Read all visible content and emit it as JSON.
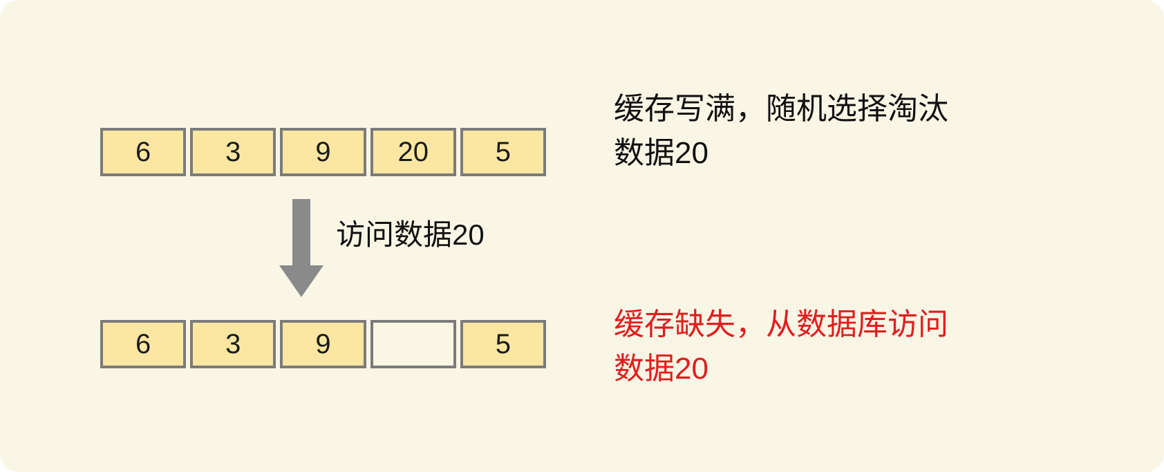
{
  "colors": {
    "background": "#FAF6E6",
    "cell_fill": "#FBE7A2",
    "cell_border": "#7B7B7B",
    "arrow": "#8A8A8A",
    "note_text": "#111111",
    "note_alert": "#E01E1E"
  },
  "arrays": {
    "top": {
      "cells": [
        "6",
        "3",
        "9",
        "20",
        "5"
      ]
    },
    "bottom": {
      "cells": [
        "6",
        "3",
        "9",
        "",
        "5"
      ]
    }
  },
  "arrow": {
    "label": "访问数据20"
  },
  "notes": {
    "top": {
      "lines": [
        "缓存写满，随机选择淘汰",
        "数据20"
      ]
    },
    "bottom": {
      "lines": [
        "缓存缺失，从数据库访问",
        "数据20"
      ]
    }
  }
}
